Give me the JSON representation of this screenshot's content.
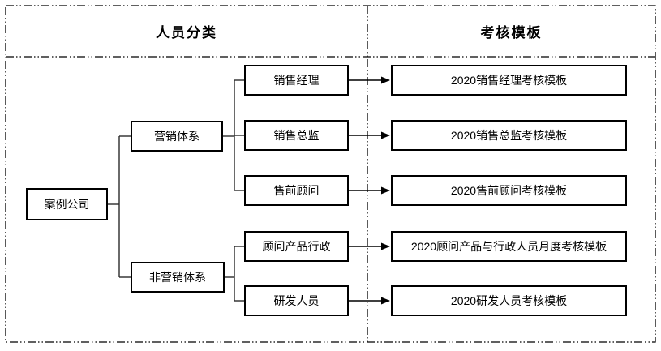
{
  "diagram": {
    "headers": {
      "left": "人员分类",
      "right": "考核模板"
    },
    "root": {
      "label": "案例公司"
    },
    "groups": [
      {
        "label": "营销体系"
      },
      {
        "label": "非营销体系"
      }
    ],
    "rows": [
      {
        "role": "销售经理",
        "template": "2020销售经理考核模板"
      },
      {
        "role": "销售总监",
        "template": "2020销售总监考核模板"
      },
      {
        "role": "售前顾问",
        "template": "2020售前顾问考核模板"
      },
      {
        "role": "顾问产品行政",
        "template": "2020顾问产品与行政人员月度考核模板"
      },
      {
        "role": "研发人员",
        "template": "2020研发人员考核模板"
      }
    ],
    "colors": {
      "line": "#000000",
      "box_border": "#000000",
      "box_fill": "#ffffff",
      "background": "#ffffff",
      "dashed_frame": "#000000"
    }
  }
}
